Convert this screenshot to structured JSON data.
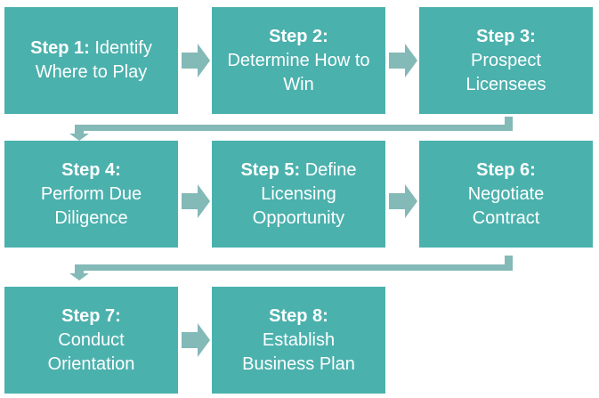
{
  "colors": {
    "box": "#4bb1ad",
    "arrow": "#83b9b7"
  },
  "steps": [
    {
      "label": "Step 1:",
      "text": "Identify Where to Play"
    },
    {
      "label": "Step 2:",
      "text": "Determine How to Win"
    },
    {
      "label": "Step 3:",
      "text": "Prospect Licensees"
    },
    {
      "label": "Step 4:",
      "text": "Perform Due Diligence"
    },
    {
      "label": "Step 5:",
      "text": "Define Licensing Opportunity"
    },
    {
      "label": "Step 6:",
      "text": "Negotiate Contract"
    },
    {
      "label": "Step 7:",
      "text": "Conduct Orientation"
    },
    {
      "label": "Step 8:",
      "text": "Establish Business Plan"
    }
  ]
}
